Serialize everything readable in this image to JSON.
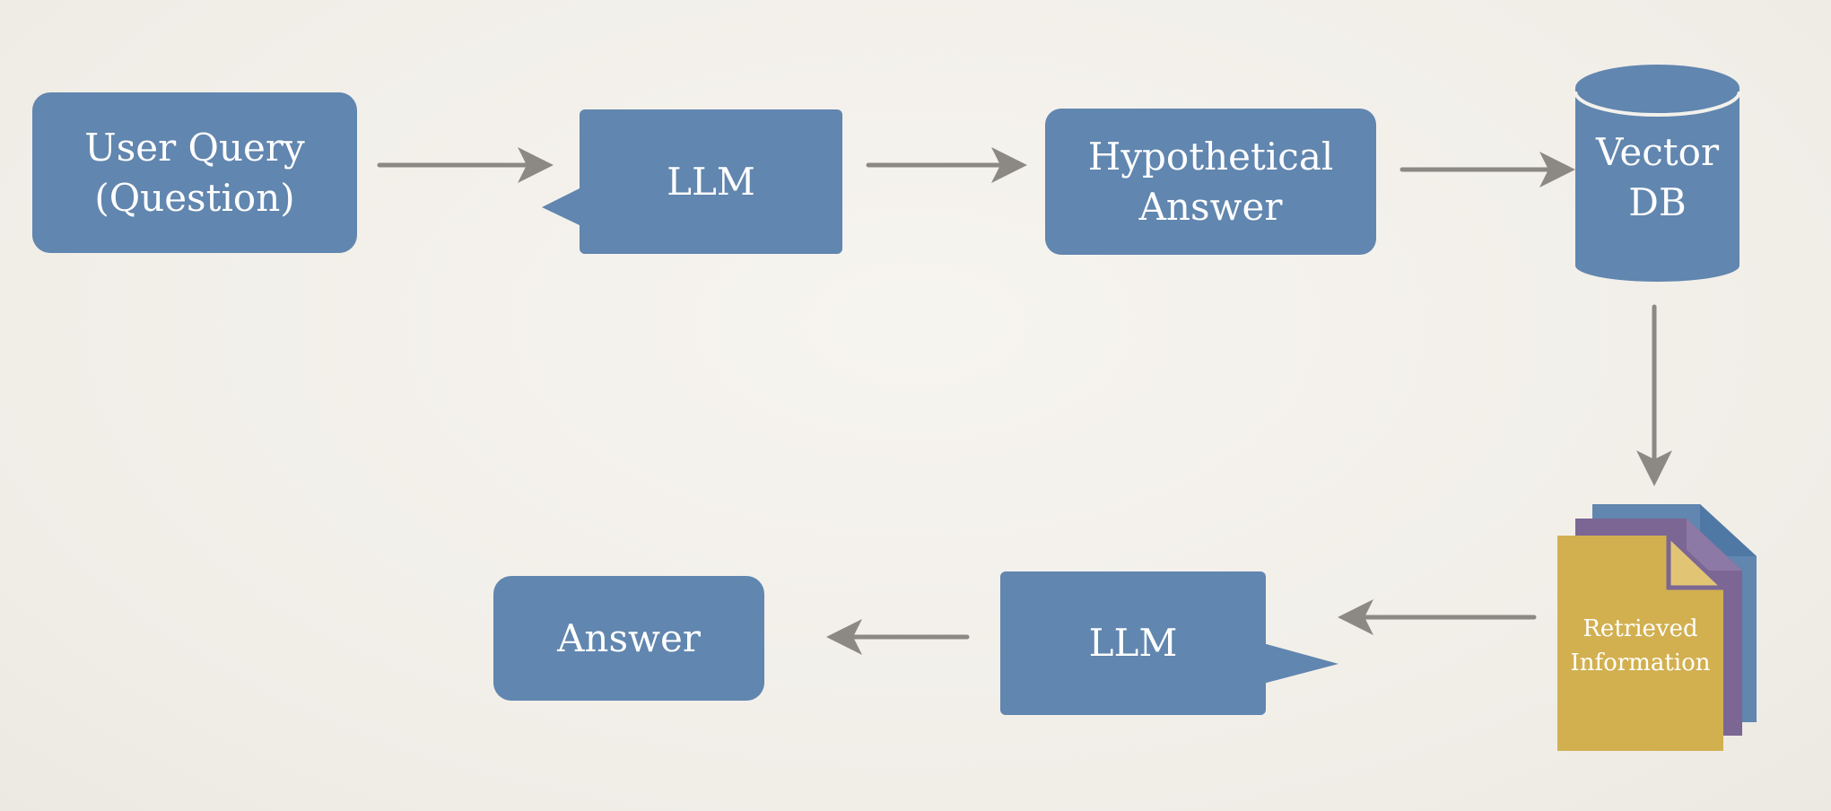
{
  "nodes": {
    "user_query": {
      "line1": "User Query",
      "line2": "(Question)"
    },
    "llm_top": {
      "label": "LLM"
    },
    "hypothetical_answer": {
      "line1": "Hypothetical",
      "line2": "Answer"
    },
    "vector_db": {
      "line1": "Vector",
      "line2": "DB"
    },
    "retrieved_information": {
      "line1": "Retrieved",
      "line2": "Information"
    },
    "llm_bottom": {
      "label": "LLM"
    },
    "answer": {
      "label": "Answer"
    }
  },
  "colors": {
    "node_fill": "#6186af",
    "arrow": "#8c8984",
    "doc_front": "#d2b050",
    "doc_middle": "#7b6694",
    "doc_back": "#6186af",
    "background": "#f3f1ec"
  }
}
